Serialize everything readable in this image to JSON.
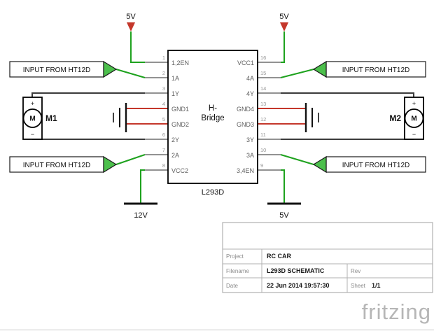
{
  "schematic": {
    "power": {
      "top_left": "5V",
      "top_right": "5V",
      "bottom_left": "12V",
      "bottom_right": "5V"
    },
    "input_flags": {
      "top_left": "INPUT FROM HT12D",
      "bottom_left": "INPUT FROM HT12D",
      "top_right": "INPUT FROM HT12D",
      "bottom_right": "INPUT FROM HT12D"
    },
    "ic": {
      "name_line1": "H-",
      "name_line2": "Bridge",
      "part_number": "L293D",
      "left_pins": [
        {
          "num": "1",
          "label": "1,2EN"
        },
        {
          "num": "2",
          "label": "1A"
        },
        {
          "num": "3",
          "label": "1Y"
        },
        {
          "num": "4",
          "label": "GND1"
        },
        {
          "num": "5",
          "label": "GND2"
        },
        {
          "num": "6",
          "label": "2Y"
        },
        {
          "num": "7",
          "label": "2A"
        },
        {
          "num": "8",
          "label": "VCC2"
        }
      ],
      "right_pins": [
        {
          "num": "16",
          "label": "VCC1"
        },
        {
          "num": "15",
          "label": "4A"
        },
        {
          "num": "14",
          "label": "4Y"
        },
        {
          "num": "13",
          "label": "GND4"
        },
        {
          "num": "12",
          "label": "GND3"
        },
        {
          "num": "11",
          "label": "3Y"
        },
        {
          "num": "10",
          "label": "3A"
        },
        {
          "num": "9",
          "label": "3,4EN"
        }
      ]
    },
    "motors": {
      "left": {
        "label": "M1",
        "letter": "M",
        "plus": "+",
        "minus": "−"
      },
      "right": {
        "label": "M2",
        "letter": "M",
        "plus": "+",
        "minus": "−"
      }
    },
    "colors": {
      "wire_green": "#1ea21e",
      "wire_red": "#c4372b",
      "wire_dark": "#3c3c3c",
      "flag_arrow_green": "#4cc04c",
      "power_symbol_red": "#c4372b"
    }
  },
  "title_block": {
    "project_label": "Project",
    "project_value": "RC CAR",
    "filename_label": "Filename",
    "filename_value": "L293D SCHEMATIC",
    "rev_label": "Rev",
    "date_label": "Date",
    "date_value": "22 Jun 2014 19:57:30",
    "sheet_label": "Sheet",
    "sheet_value": "1/1"
  },
  "watermark": "fritzing"
}
